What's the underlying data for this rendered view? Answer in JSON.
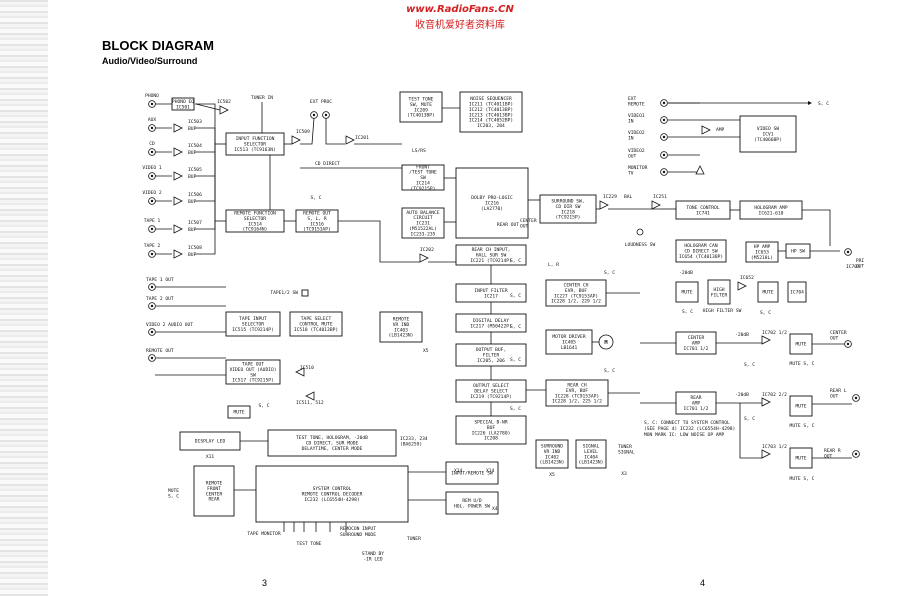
{
  "watermark": {
    "line1": "www.RadioFans.CN",
    "line2": "收音机爱好者资料库"
  },
  "header": {
    "title": "BLOCK DIAGRAM",
    "subtitle": "Audio/Video/Surround"
  },
  "pages": {
    "left": "3",
    "right": "4"
  },
  "inputs": [
    {
      "label": "PHONO",
      "ic": "PHONO EQ\nIC501"
    },
    {
      "label": "AUX",
      "ic": "IC503"
    },
    {
      "label": "CD",
      "ic": "IC504"
    },
    {
      "label": "VIDEO 1",
      "ic": "IC505"
    },
    {
      "label": "VIDEO 2",
      "ic": "IC506"
    },
    {
      "label": "TAPE 1",
      "ic": "IC507"
    },
    {
      "label": "TAPE 2",
      "ic": "IC508"
    }
  ],
  "outputs_left": [
    "TAPE 1 OUT",
    "TAPE 2 OUT",
    "VIDEO 2 AUDIO OUT",
    "REMOTE OUT"
  ],
  "blocks": {
    "ic502": "IC502",
    "tuner_in": "TUNER IN",
    "input_selector": "INPUT FUNCTION\nSELECTOR\nIC513 (TC9163N)",
    "ic509": "IC509",
    "ext_proc": "EXT PROC",
    "ic201": "IC201",
    "test_tone_sw": "TEST TONE\nSW, MUTE\nIC209\n(TC4013BP)",
    "noise_seq": "NOISE SEQUENCER\nIC211 (TC4011BP)\nIC212 (TC4013BP)\nIC213 (TC4013BP)\nIC214 (TC4052BP)\nIC203, 204",
    "cd_direct": "CD DIRECT",
    "front_test_tone": "FRONT\n/TEST TONE\nSW\nIC214\n(TC9215P)",
    "ls_rs": "LS/RS",
    "auto_balance": "AUTO BALANCE\nCIRCUIT\nIC231\n(M51522AL)\nIC233-235",
    "dolby": "DOLBY PRO-LOGIC\nIC216\n(LA2770)",
    "rear_out": "REAR OUT",
    "center_out_mark": "CENTER\nOUT",
    "remote_func_sel": "REMOTE FUNCTION\nSELECTOR\nIC514\n(TC9164N)",
    "remote_out_sel": "REMOTE OUT\nS, L, R\nIC516\n(TC9153AP)",
    "surround_sw": "SURROUND SW,\nCD DIR SW\nIC218\n(TC9215P)",
    "lr": "L, R",
    "ic229": "IC229",
    "bal": "BAL",
    "ic251": "IC251",
    "rear_ch_input": "REAR CH INPUT,\nHALL SUR SW\nIC221 (TC9214P)",
    "ic202": "IC202",
    "input_filter": "INPUT FILTER\nIC217",
    "digital_delay": "DIGITAL DELAY\nIC217 (M50422P)",
    "output_buf": "OUTPUT BUF,\nFILTER\nIC205, 206",
    "output_select": "OUTPUT SELECT\nDELAY SELECT\nIC219 (TC9214P)",
    "special_bnr": "SPECIAL B-NR\nBUF\nIC226 (LA2780)\nIC208",
    "center_ch_evr": "CENTER CH\nEVR, BUF\nIC227 (TC9153AP)\nIC228 1/2, 229 1/2",
    "motor_driver": "MOTOR DRIVER\nIC405\nLB1641",
    "motor": "M",
    "rear_ch_evr": "REAR CH\nEVR, BUF\nIC228 (TC9153AP)\nIC228 1/2, 225 1/2",
    "tape_mon_sw": "TAPE1/2 SW",
    "tape_input_sel": "TAPE INPUT\nSELECTOR\nIC515 (TC9214P)",
    "tape_select_ctrl": "TAPE SELECT\nCONTROL MUTE\nIC518 (TC4013BP)",
    "remote_vr_ind": "REMOTE\nVR IND\nIC403\n(LB1423N)",
    "x5": "X5",
    "tape_out_video": "TAPE OUT\nVIDEO OUT (AUDIO)\nSW\nIC517 (TC9215P)",
    "ic510": "IC510",
    "ic511": "IC511, 512",
    "mute": "MUTE",
    "sc": "S, C",
    "display_led": "DISPLAY LED",
    "x11": "X11",
    "ic_row": "TEST TONE, HOLOGRAM, -20dB\nCD DIRECT, SUR MODE\nDELAYTIME, CENTER MODE",
    "ic_row_r": "IC233, 234\n(BA6259)",
    "remote_center_front": "REMOTE\nFRONT\nCENTER\nREAR",
    "system_control": "SYSTEM CONTROL\nREMOTE CONTROL DECODER\nIC232 (LC6554H-4298)",
    "input_remote_sw": "INPUT/REMOTE SW",
    "x14": "X14",
    "x14b": "X14",
    "rem_ud": "REM U/D\nHOL. POWER SW",
    "x4": "X4",
    "surround_vr_ind": "SURROUND\nVR IND\nIC402\n(LB1423N)",
    "x3a": "X5",
    "signal_level": "SIGNAL\nLEVEL\nIC404\n(LB1423N)",
    "x3": "X3",
    "tuner_signal": "TUNER\nSIGNAL",
    "tape_monitor": "TAPE MONITOR",
    "test_tone": "TEST TONE",
    "rem_input": "REMOCON INPUT",
    "surround_mode": "SURROUND MODE",
    "standby": "STAND BY\n-IR LED",
    "tuner": "TUNER",
    "ext_remote": "EXT\nREMOTE",
    "video1_in": "VIDEO1\nIN",
    "video2_in": "VIDEO2\nIN",
    "video2_out": "VIDEO2\nOUT",
    "monitor_tv": "MONITOR\nTV",
    "amp": "AMP",
    "video_sw": "VIDEO SW\nICV1\n(TC4066BP)",
    "tone_control": "TONE CONTROL\nIC741",
    "hologram_amp": "HOLOGRAM AMP\nIC621-610",
    "hologram_cd_direct": "HOLOGRAM CAN\nCD DIRECT SW\nIC654 (TC4013BP)",
    "hp_amp": "HP AMP\nIC653\n(M5218L)",
    "hp_sw": "HP SW",
    "ic704": "IC704",
    "pri_out": "PRI\nOUT",
    "minus20db": "-20dB",
    "ic652": "IC652",
    "high_filter": "HIGH\nFILTER",
    "high_filter_sw": "HIGH FILTER SW",
    "loudness_sw": "LOUDNESS SW",
    "center_amp": "CENTER\nAMP\nIC701 1/2",
    "ic702_12": "IC702 1/2",
    "center_out": "CENTER\nOUT",
    "mute_sc": "MUTE S, C",
    "rear_amp": "REAR\nAMP\nIC701 1/2",
    "ic702_22": "IC702 2/2",
    "rear_l_out": "REAR L\nOUT",
    "ic703": "IC703 1/2",
    "rear_r_out": "REAR R\nOUT",
    "note1": "S, C: CONNECT TO SYSTEM CONTROL",
    "note2": "(SEE PAGE 4) IC232 (LC6554H-4298)",
    "note3": "MON MARK IC: LOW NOISE OP AMP",
    "sc_left": "MUTE\nS, C"
  }
}
